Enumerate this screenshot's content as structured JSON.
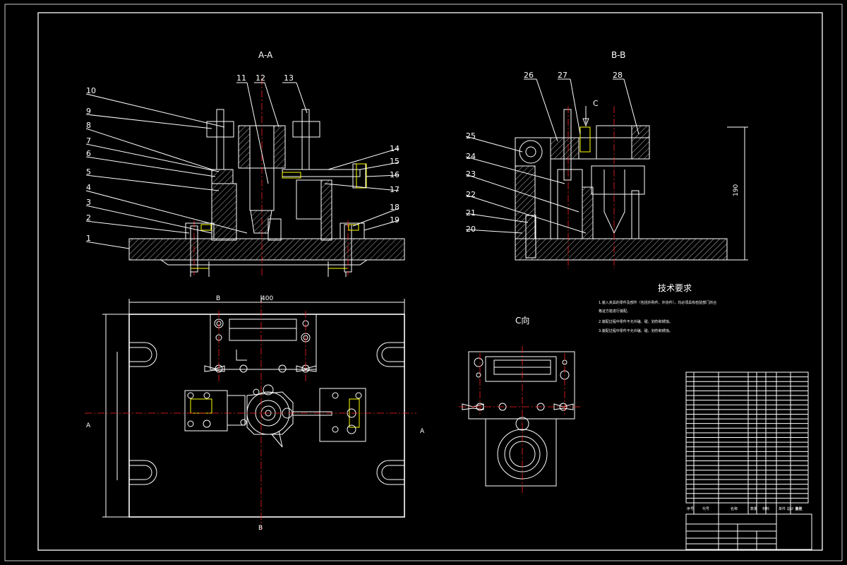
{
  "views": {
    "section_aa": "A-A",
    "section_bb": "B-B",
    "view_c": "C向",
    "view_c_arrow": "C"
  },
  "callouts_aa": [
    "1",
    "2",
    "3",
    "4",
    "5",
    "6",
    "7",
    "8",
    "9",
    "10",
    "11",
    "12",
    "13",
    "14",
    "15",
    "16",
    "17",
    "18",
    "19"
  ],
  "callouts_bb": [
    "20",
    "21",
    "22",
    "23",
    "24",
    "25",
    "26",
    "27",
    "28"
  ],
  "section_marks": {
    "b_top": "B",
    "b_bottom": "B",
    "a_left": "A",
    "a_right": "A"
  },
  "dimensions": {
    "plan_width": "400",
    "height_bb": "190"
  },
  "technical_requirements": {
    "title": "技术要求",
    "lines": [
      "1.装入夹具的零件及部件（包括外购件、外协件），均必须具有检验部门的合",
      "格证方能进行装配。",
      "2.装配过程中零件不允许磕、碰、划伤和锈蚀。",
      "3.装配过程中零件不允许磕、碰、划伤和锈蚀。"
    ]
  },
  "title_block": {
    "header": [
      "序号",
      "代号",
      "名称",
      "数量",
      "材料",
      "单件 总计 重量",
      "备注"
    ]
  }
}
